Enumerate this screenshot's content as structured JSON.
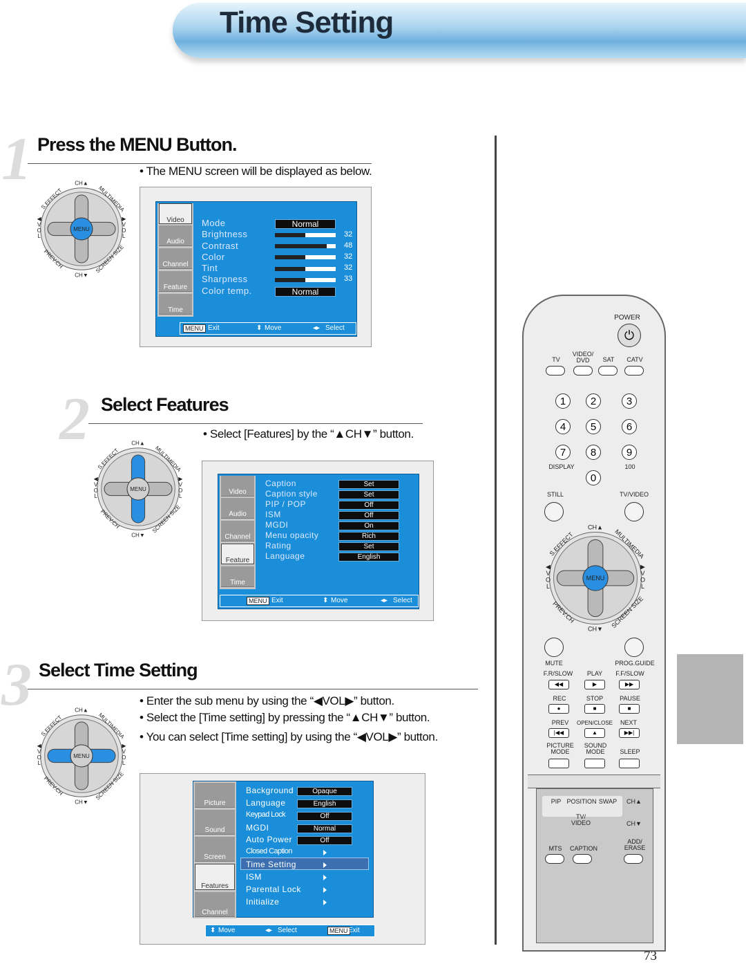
{
  "page": {
    "title": "Time Setting",
    "page_number": "73"
  },
  "steps": [
    {
      "number": "1",
      "heading": "Press the MENU Button.",
      "bullets": [
        "• The MENU screen will be displayed as below."
      ]
    },
    {
      "number": "2",
      "heading": "Select Features",
      "bullets": [
        "• Select [Features] by the “▲CH▼” button."
      ]
    },
    {
      "number": "3",
      "heading": "Select Time Setting",
      "bullets": [
        "• Enter the sub menu by using the “◀VOL▶” button.",
        "• Select the [Time setting] by pressing the “▲CH▼” button.",
        "• You can select [Time setting] by using the “◀VOL▶” button."
      ]
    }
  ],
  "dpad": {
    "ch_up": "CH▲",
    "ch_down": "CH▼",
    "menu": "MENU",
    "s_effect": "S.EFFECT",
    "multimedia": "MULTIMEDIA",
    "prev_ch": "PREV.CH",
    "screen_size": "SCREEN SIZE",
    "vol_left": "◀ V O L",
    "vol_right": "▶ V O L"
  },
  "osd1": {
    "sidebar": [
      "Video",
      "Audio",
      "Channel",
      "Feature",
      "Time"
    ],
    "rows": [
      {
        "label": "Mode",
        "value": "Normal"
      },
      {
        "label": "Brightness",
        "value": "32",
        "level": 0.5
      },
      {
        "label": "Contrast",
        "value": "48",
        "level": 0.85
      },
      {
        "label": "Color",
        "value": "32",
        "level": 0.5
      },
      {
        "label": "Tint",
        "value": "32",
        "level": 0.5
      },
      {
        "label": "Sharpness",
        "value": "33",
        "level": 0.5
      },
      {
        "label": "Color temp.",
        "value": "Normal"
      }
    ],
    "footer": {
      "menu": "MENU",
      "exit": "Exit",
      "move": "Move",
      "select": "Select"
    }
  },
  "osd2": {
    "sidebar": [
      "Video",
      "Audio",
      "Channel",
      "Feature",
      "Time"
    ],
    "rows": [
      {
        "label": "Caption",
        "value": "Set"
      },
      {
        "label": "Caption style",
        "value": "Set"
      },
      {
        "label": "PIP / POP",
        "value": "Off"
      },
      {
        "label": "ISM",
        "value": "Off"
      },
      {
        "label": "MGDI",
        "value": "On"
      },
      {
        "label": "Menu opacity",
        "value": "Rich"
      },
      {
        "label": "Rating",
        "value": "Set"
      },
      {
        "label": "Language",
        "value": "English"
      }
    ],
    "footer": {
      "menu": "MENU",
      "exit": "Exit",
      "move": "Move",
      "select": "Select"
    }
  },
  "osd3": {
    "sidebar": [
      "Picture",
      "Sound",
      "Screen",
      "Features",
      "Channel"
    ],
    "rows": [
      {
        "label": "Background",
        "value": "Opaque"
      },
      {
        "label": "Language",
        "value": "English"
      },
      {
        "label": "Keypad Lock",
        "value": "Off"
      },
      {
        "label": "MGDI",
        "value": "Normal"
      },
      {
        "label": "Auto Power",
        "value": "Off"
      },
      {
        "label": "Closed Caption",
        "value": ""
      },
      {
        "label": "Time Setting",
        "value": ""
      },
      {
        "label": "ISM",
        "value": ""
      },
      {
        "label": "Parental Lock",
        "value": ""
      },
      {
        "label": "Initialize",
        "value": ""
      }
    ],
    "footer": {
      "move": "Move",
      "select": "Select",
      "menu": "MENU",
      "exit": "Exit"
    }
  },
  "remote": {
    "power": "POWER",
    "sources": [
      "TV",
      "VIDEO/ DVD",
      "SAT",
      "CATV"
    ],
    "digits": [
      "1",
      "2",
      "3",
      "4",
      "5",
      "6",
      "7",
      "8",
      "9",
      "0"
    ],
    "display": "DISPLAY",
    "hundred": "100",
    "still": "STILL",
    "tv_video": "TV/VIDEO",
    "mute": "MUTE",
    "prog_guide": "PROG.GUIDE",
    "transport_labels": [
      "F.R/SLOW",
      "PLAY",
      "F.F/SLOW",
      "REC",
      "STOP",
      "PAUSE",
      "PREV",
      "OPEN/CLOSE",
      "NEXT"
    ],
    "picture_mode": "PICTURE MODE",
    "sound_mode": "SOUND MODE",
    "sleep": "SLEEP",
    "panel": {
      "pip": "PIP",
      "position": "POSITION",
      "swap": "SWAP",
      "ch_up": "CH▲",
      "ch_down": "CH▼",
      "tv_video": "TV/ VIDEO",
      "mts": "MTS",
      "caption": "CAPTION",
      "add_erase": "ADD/ ERASE"
    }
  }
}
